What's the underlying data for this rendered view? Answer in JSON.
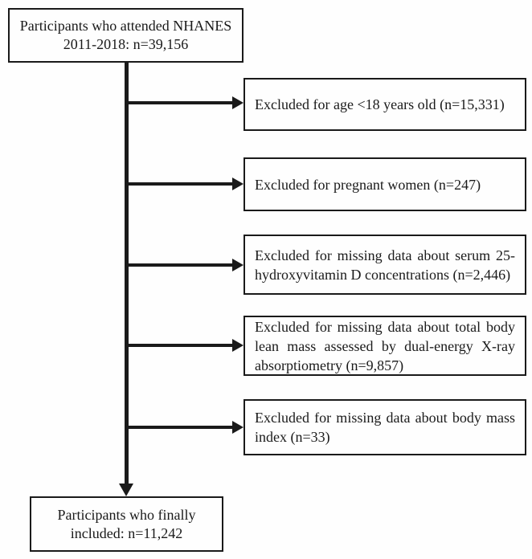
{
  "flowchart": {
    "start_box": {
      "line1": "Participants who attended NHANES",
      "line2": "2011-2018: n=39,156"
    },
    "exclusion_boxes": [
      "Excluded for age <18 years old (n=15,331)",
      "Excluded for pregnant women (n=247)",
      "Excluded for missing data about serum 25-hydroxyvitamin D concentrations (n=2,446)",
      "Excluded for missing data about total body lean mass assessed by dual-energy X-ray absorptiometry (n=9,857)",
      "Excluded for missing data about body mass index (n=33)"
    ],
    "end_box": {
      "line1": "Participants who finally",
      "line2": "included: n=11,242"
    },
    "colors": {
      "ink": "#1a1a1a",
      "background": "#fefefe"
    }
  }
}
